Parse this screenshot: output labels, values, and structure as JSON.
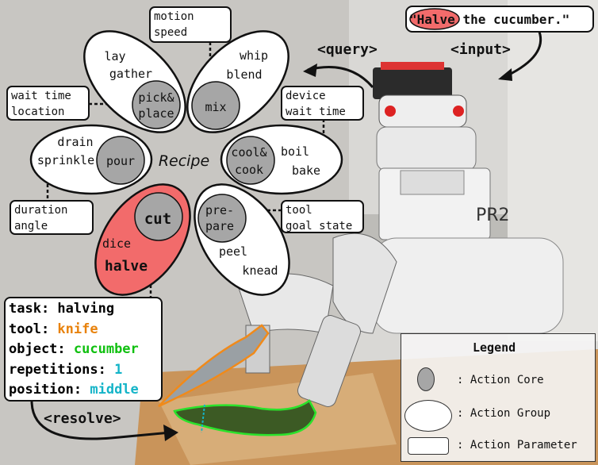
{
  "instruction": {
    "quote_open": "\"",
    "highlight": "Halve",
    "rest": " the cucumber.\""
  },
  "arrows": {
    "query": "<query>",
    "input": "<input>",
    "resolve": "<resolve>"
  },
  "center_label": "Recipe",
  "robot_label": "PR2",
  "groups": [
    {
      "core": [
        "pick&",
        "place"
      ],
      "members": [
        "lay",
        "gather"
      ]
    },
    {
      "core": [
        "mix"
      ],
      "members": [
        "whip",
        "blend"
      ]
    },
    {
      "core": [
        "pour"
      ],
      "members": [
        "drain",
        "sprinkle"
      ]
    },
    {
      "core": [
        "cool&",
        "cook"
      ],
      "members": [
        "boil",
        "bake"
      ]
    },
    {
      "core": [
        "cut"
      ],
      "members": [
        "dice",
        "halve"
      ]
    },
    {
      "core": [
        "pre-",
        "pare"
      ],
      "members": [
        "peel",
        "knead"
      ]
    }
  ],
  "parameters": [
    [
      "motion",
      "speed"
    ],
    [
      "wait time",
      "location"
    ],
    [
      "device",
      "wait time"
    ],
    [
      "duration",
      "angle"
    ],
    [
      "tool",
      "goal state"
    ]
  ],
  "task": {
    "task_label": "task: ",
    "task_value": "halving",
    "tool_label": "tool: ",
    "tool_value": "knife",
    "object_label": "object: ",
    "object_value": "cucumber",
    "repetitions_label": "repetitions: ",
    "repetitions_value": "1",
    "position_label": "position: ",
    "position_value": "middle"
  },
  "legend": {
    "title": "Legend",
    "core": ": Action Core",
    "group": ": Action Group",
    "parameter": ": Action Parameter"
  },
  "colors": {
    "highlight": "#f26b6b",
    "core": "#a6a6a6",
    "tool": "#e8820c",
    "object": "#1fd11f",
    "value": "#14b4c8"
  }
}
